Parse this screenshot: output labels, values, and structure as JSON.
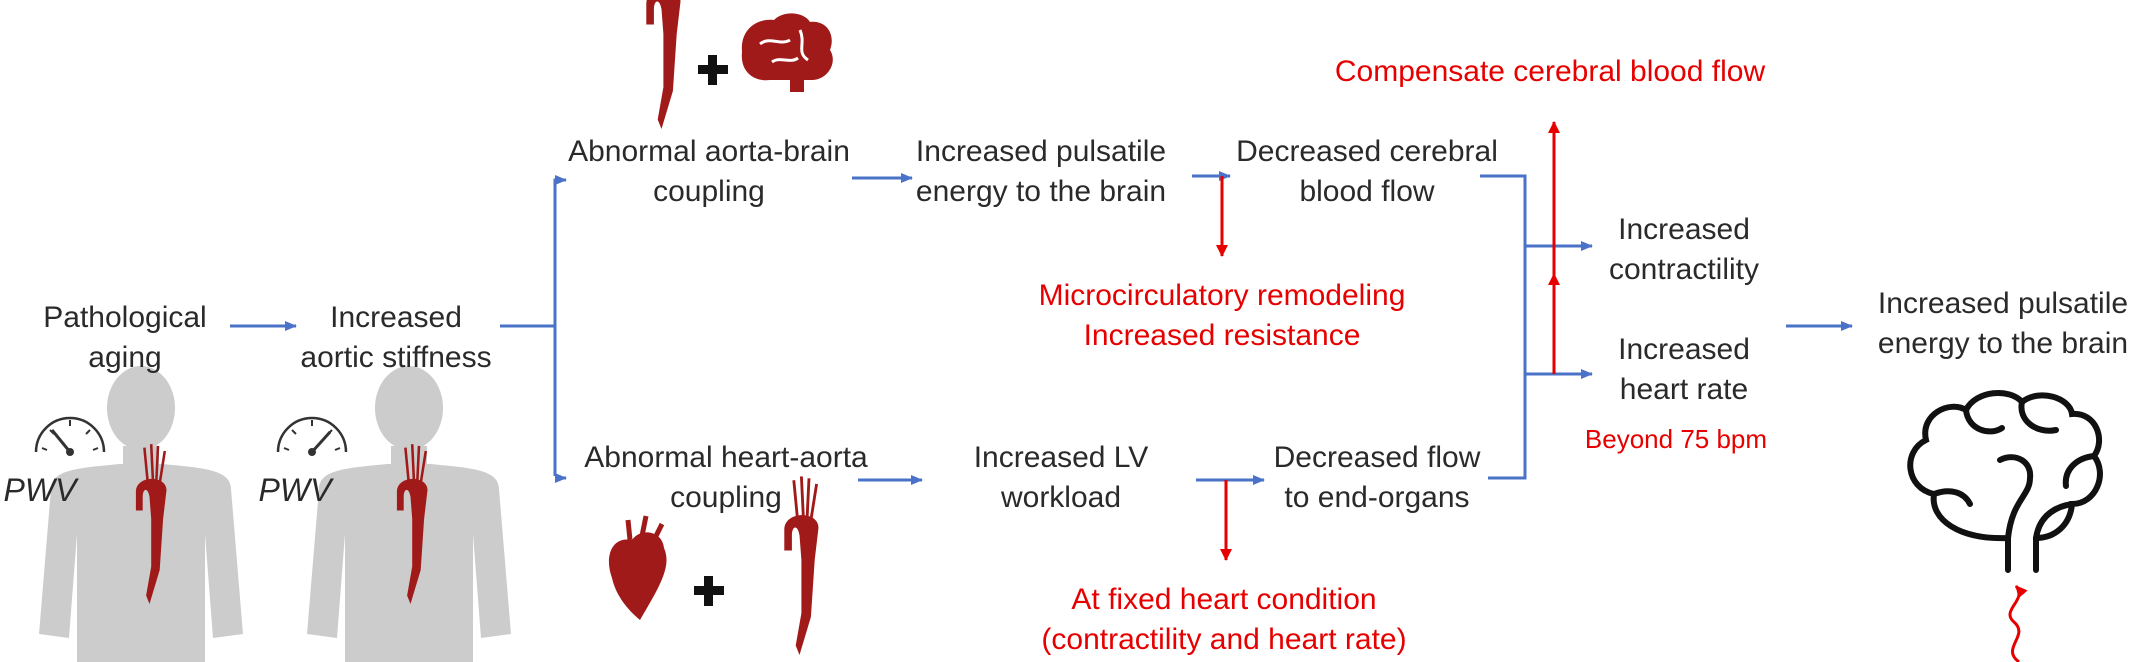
{
  "nodes": {
    "pathological_aging": [
      "Pathological",
      "aging"
    ],
    "aortic_stiffness": [
      "Increased",
      "aortic stiffness"
    ],
    "aorta_brain": [
      "Abnormal aorta-brain",
      "coupling"
    ],
    "heart_aorta": [
      "Abnormal heart-aorta",
      "coupling"
    ],
    "pulsatile_brain": [
      "Increased pulsatile",
      "energy to the brain"
    ],
    "lv_workload": [
      "Increased LV",
      "workload"
    ],
    "cerebral_flow": [
      "Decreased cerebral",
      "blood flow"
    ],
    "end_organs": [
      "Decreased flow",
      "to end-organs"
    ],
    "contractility": [
      "Increased",
      "contractility"
    ],
    "heart_rate": [
      "Increased",
      "heart rate"
    ],
    "final_pulsatile": [
      "Increased pulsatile",
      "energy to the brain"
    ]
  },
  "red_notes": {
    "compensate": "Compensate cerebral blood flow",
    "microcirculatory": [
      "Microcirculatory remodeling",
      "Increased resistance"
    ],
    "fixed_heart": [
      "At fixed heart condition",
      "(contractility and heart rate)"
    ],
    "beyond": "Beyond 75 bpm"
  },
  "pwv_labels": [
    "PWV",
    "PWV"
  ],
  "icons": [
    "human-silhouette-icon",
    "speedometer-icon",
    "aorta-icon",
    "plus-icon",
    "brain-icon",
    "heart-icon",
    "brain-outline-icon",
    "wave-arrow-icon"
  ],
  "colors": {
    "arrow_blue": "#4a72c8",
    "arrow_red": "#e60000",
    "text": "#2a2a2a",
    "silhouette": "#cccccc",
    "organ_red": "#a11a1a"
  }
}
